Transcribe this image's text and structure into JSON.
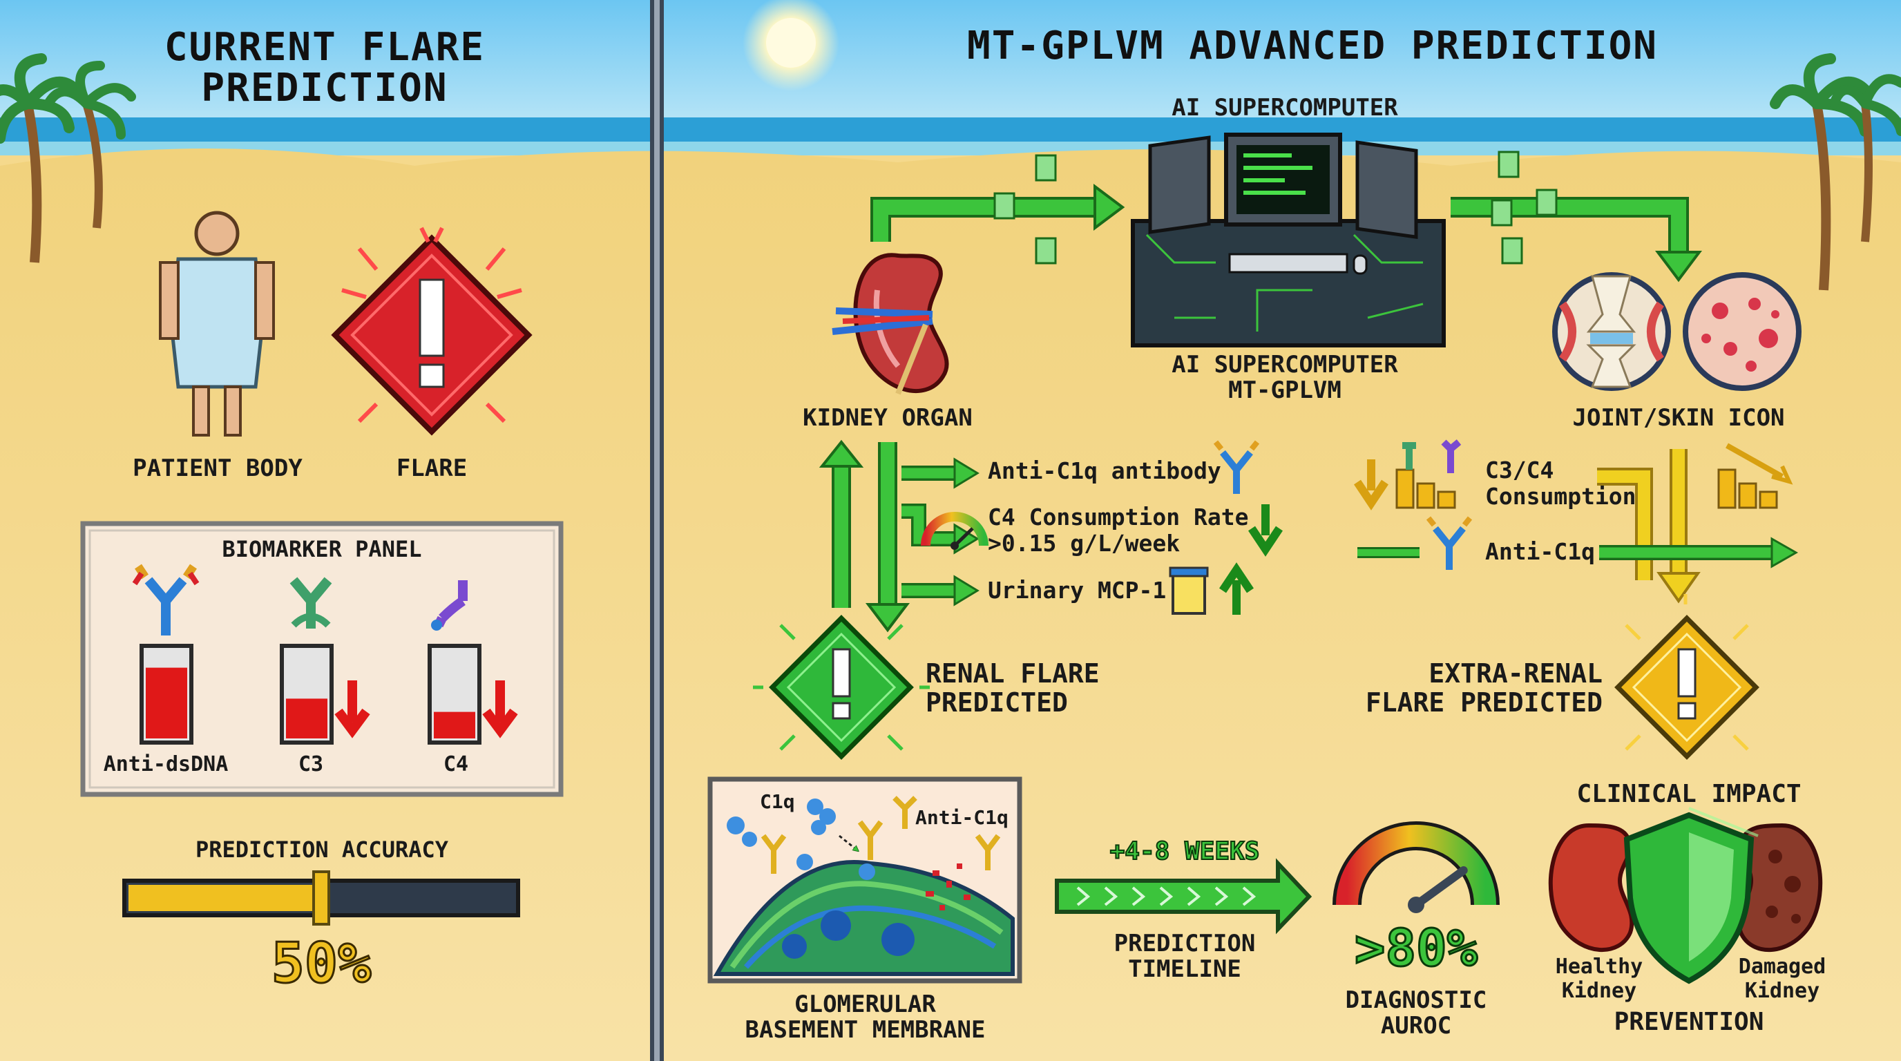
{
  "left_panel": {
    "title": "CURRENT FLARE\nPREDICTION",
    "patient_label": "PATIENT BODY",
    "flare_label": "FLARE",
    "biomarker_panel": {
      "title": "BIOMARKER PANEL",
      "markers": [
        {
          "label": "Anti-dsDNA",
          "level": 0.8,
          "trend": "none"
        },
        {
          "label": "C3",
          "level": 0.45,
          "trend": "down"
        },
        {
          "label": "C4",
          "level": 0.3,
          "trend": "down"
        }
      ]
    },
    "accuracy": {
      "label": "PREDICTION ACCURACY",
      "value_text": "50%",
      "fraction": 0.5
    }
  },
  "right_panel": {
    "title": "MT-GPLVM ADVANCED PREDICTION",
    "ai_top_label": "AI SUPERCOMPUTER",
    "ai_bottom_label": "AI SUPERCOMPUTER\nMT-GPLVM",
    "kidney_label": "KIDNEY ORGAN",
    "joint_skin_label": "JOINT/SKIN ICON",
    "renal_branch": {
      "items": [
        "Anti-C1q antibody",
        "C4 Consumption Rate\n>0.15 g/L/week",
        "Urinary MCP-1"
      ],
      "result": "RENAL FLARE\nPREDICTED"
    },
    "extra_renal_branch": {
      "items": [
        "C3/C4\nConsumption",
        "Anti-C1q"
      ],
      "result": "EXTRA-RENAL\nFLARE PREDICTED"
    },
    "gbm": {
      "label": "GLOMERULAR\nBASEMENT MEMBRANE",
      "c1q_label": "C1q",
      "anti_label": "Anti-C1q"
    },
    "timeline": {
      "weeks": "+4-8 WEEKS",
      "label": "PREDICTION\nTIMELINE"
    },
    "auroc": {
      "value_text": ">80%",
      "label": "DIAGNOSTIC\nAUROC",
      "gauge_fraction": 0.8
    },
    "clinical": {
      "title": "CLINICAL IMPACT",
      "healthy": "Healthy\nKidney",
      "damaged": "Damaged\nKidney",
      "prevention": "PREVENTION"
    }
  },
  "colors": {
    "sky": "#8fd3f4",
    "sea": "#2c9fd6",
    "sand": "#f5d98c",
    "divider": "#3a4656",
    "flow_green": "#3cc43c",
    "flare_red": "#d8222a",
    "flare_green": "#2fb83a",
    "flare_yellow": "#f0b818",
    "bar_red": "#e01818",
    "accuracy_yellow": "#f0c020"
  }
}
